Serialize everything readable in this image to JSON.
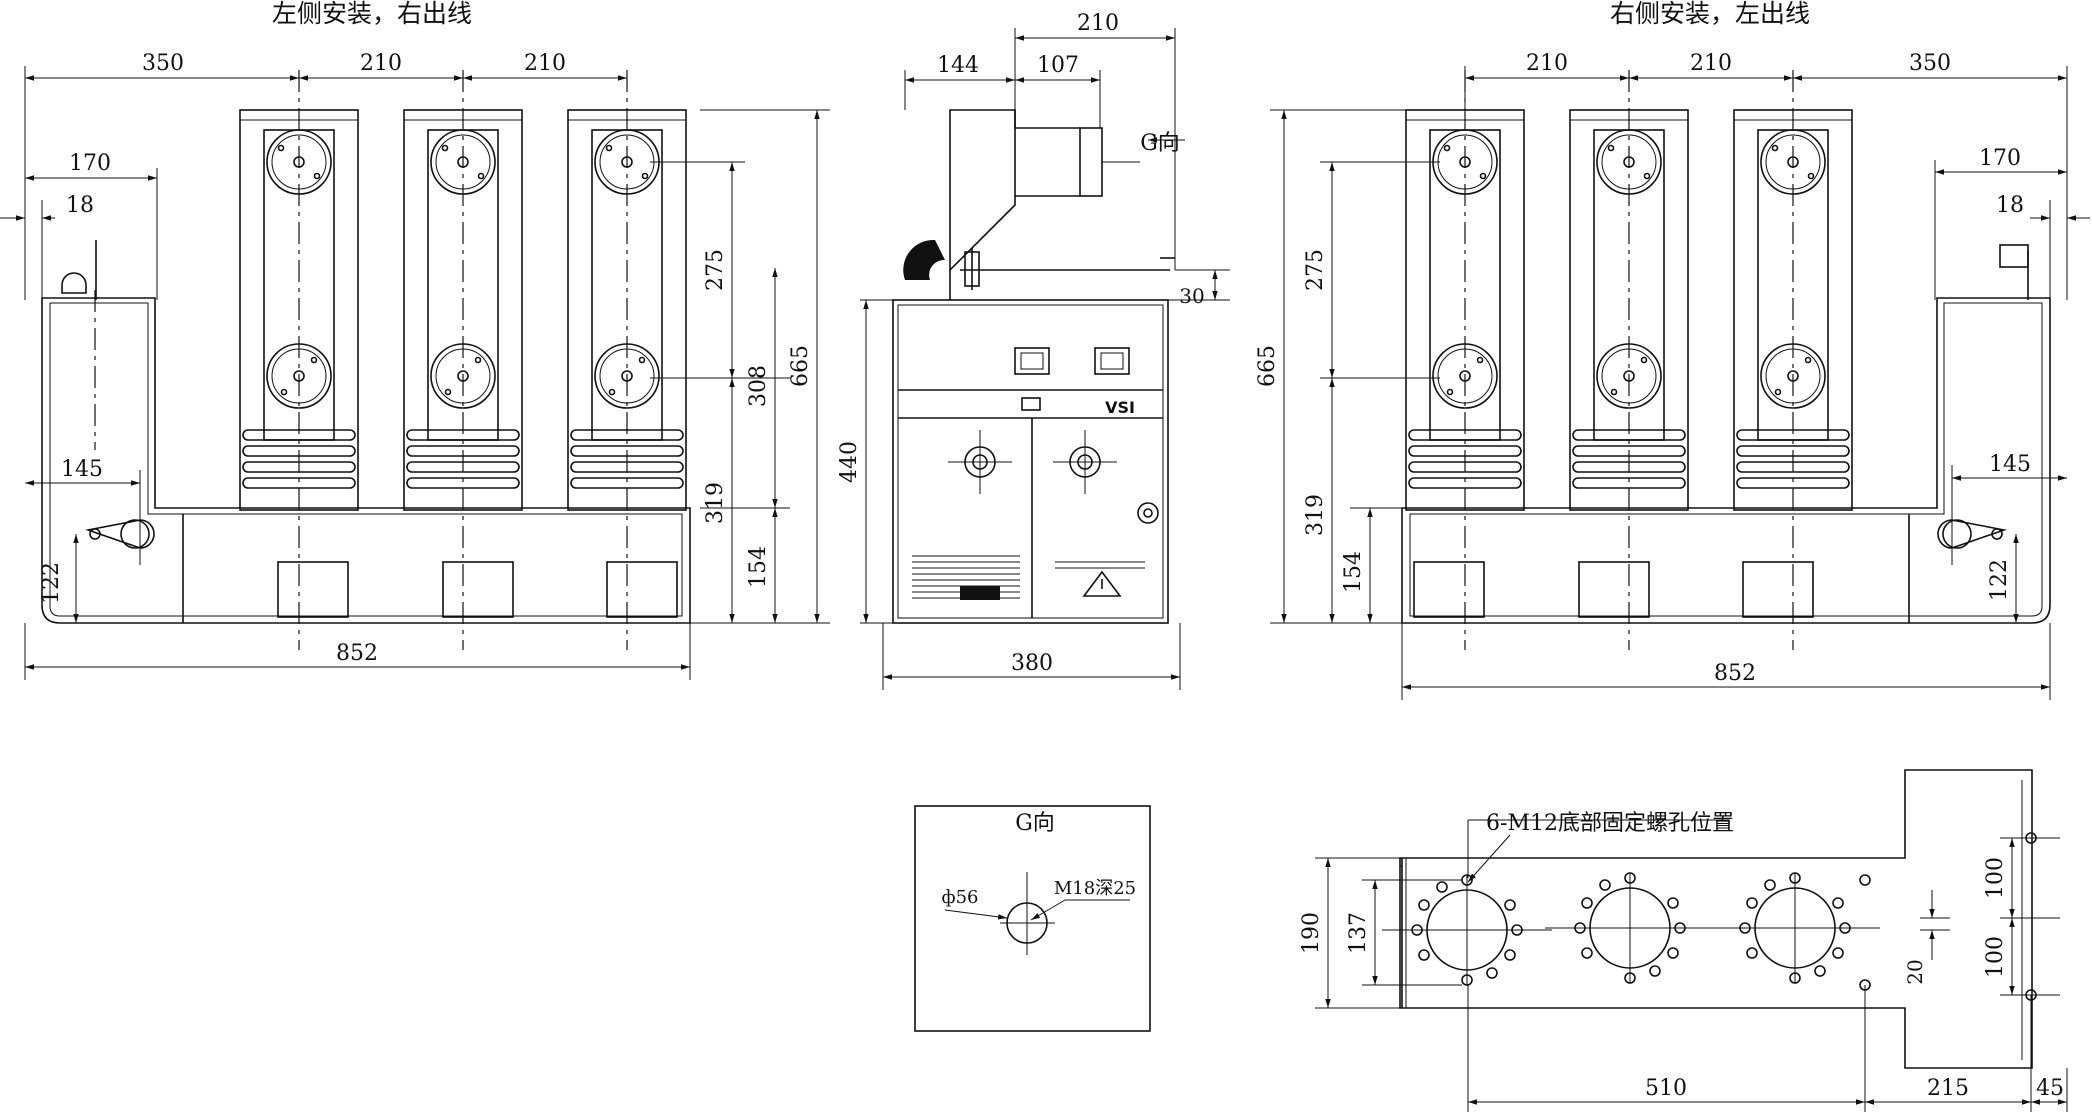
{
  "headings": {
    "left_view": "左侧安装，右出线",
    "right_view": "右侧安装，左出线",
    "g_view": "G向",
    "g_arrow": "G向"
  },
  "panel": {
    "brand": "VSI"
  },
  "annotations": {
    "bolt_holes": "6-M12底部固定螺孔位置",
    "diameter": "ф56",
    "thread": "M18深25"
  },
  "dims_left": {
    "d350": "350",
    "d210a": "210",
    "d210b": "210",
    "d170": "170",
    "d18": "18",
    "d145": "145",
    "d122": "122",
    "d852": "852",
    "d275": "275",
    "d308": "308",
    "d665": "665",
    "d319": "319",
    "d154": "154"
  },
  "dims_side": {
    "d210": "210",
    "d144": "144",
    "d107": "107",
    "d30": "30",
    "d440": "440",
    "d380": "380"
  },
  "dims_right": {
    "d210a": "210",
    "d210b": "210",
    "d350": "350",
    "d170": "170",
    "d18": "18",
    "d665": "665",
    "d275": "275",
    "d319": "319",
    "d154": "154",
    "d145": "145",
    "d122": "122",
    "d852": "852"
  },
  "dims_bottom": {
    "d190": "190",
    "d137": "137",
    "d100a": "100",
    "d100b": "100",
    "d20": "20",
    "d510": "510",
    "d215": "215",
    "d45": "45"
  }
}
